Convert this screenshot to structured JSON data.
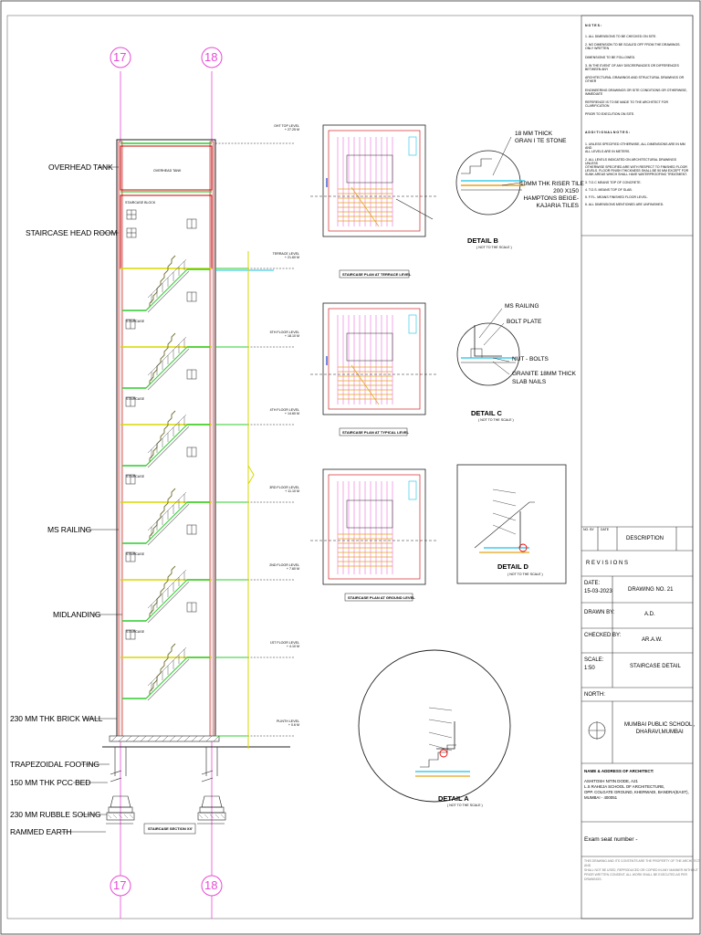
{
  "grid": {
    "left_top": "17",
    "right_top": "18",
    "left_bottom": "17",
    "right_bottom": "18"
  },
  "section": {
    "callouts": {
      "overhead_tank": "OVERHEAD TANK",
      "head_room": "STAIRCASE HEAD ROOM",
      "railing": "MS RAILING",
      "midlanding": "MIDLANDING",
      "brick_wall": "230 MM THK BRICK WALL",
      "footing": "TRAPEZOIDAL FOOTING",
      "pcc": "150 MM THK PCC BED",
      "soling": "230 MM RUBBLE SOLING",
      "earth": "RAMMED EARTH"
    },
    "inner": {
      "tank": "OVERHEAD TANK",
      "block": "STAIRCASE BLOCK",
      "staircase": "STAIRCASE"
    },
    "levels": [
      {
        "name": "OHT TOP LEVEL",
        "value": "+ 27.25 M"
      },
      {
        "name": "TERRACE LEVEL",
        "value": "+ 21.60 M"
      },
      {
        "name": "5TH FLOOR LEVEL",
        "value": "+ 18.10 M"
      },
      {
        "name": "4TH FLOOR LEVEL",
        "value": "+ 14.60 M"
      },
      {
        "name": "3RD FLOOR LEVEL",
        "value": "+ 11.10 M"
      },
      {
        "name": "2ND FLOOR LEVEL",
        "value": "+ 7.60 M"
      },
      {
        "name": "1ST FLOOR LEVEL",
        "value": "+ 4.10 M"
      },
      {
        "name": "PLINTH LEVEL",
        "value": "+ 0.6 M"
      }
    ],
    "caption": "STAIRCASE SECTION XX'"
  },
  "plans": {
    "terrace": "STAIRCASE PLAN AT TERRACE LEVEL",
    "typical": "STAIRCASE PLAN AT TYPICAL LEVEL",
    "ground": "STAIRCASE PLAN AT GROUND LEVEL"
  },
  "details": {
    "b": {
      "title": "DETAIL B",
      "sub": "( NOT TO THE SCALE )",
      "l1": "18 MM THICK",
      "l2": "GRAN I TE STONE",
      "l3": "10MM THK RISER TILE",
      "l4": "200 X150",
      "l5": "HAMPTONS BEIGE-",
      "l6": "KAJARIA TILES"
    },
    "c": {
      "title": "DETAIL C",
      "sub": "( NOT TO THE SCALE )",
      "l1": "MS RAILING",
      "l2": "BOLT PLATE",
      "l3": "NUT - BOLTS",
      "l4": "GRANITE 18MM THICK",
      "l5": "SLAB NAILS"
    },
    "d": {
      "title": "DETAIL D",
      "sub": "( NOT TO THE SCALE )"
    },
    "a": {
      "title": "DETAIL A",
      "sub": "( NOT TO THE SCALE )"
    }
  },
  "notes": {
    "heading": "N O T E S :",
    "items": [
      "1. ALL DIMENSIONS TO BE CHECKED ON SITE.",
      "2. NO DIMENSION TO BE SCALED OFF FROM THE DRAWINGS. ONLY WRITTEN",
      "   DIMENSIONS TO BE FOLLOWED.",
      "3. IN THE EVENT OF ANY DISCREPANCIES OR DIFFERENCES BETWEEN ANY",
      "   ARCHITECTURAL DRAWINGS AND STRUCTURAL DRAWINGS OR OTHER",
      "   ENGINEERING DRAWINGS OR SITE CONDITIONS OR OTHERWISE, IMMEDIATE",
      "   REFERENCE IS TO BE MADE TO THE ARCHITECT FOR CLARIFICATION",
      "   PRIOR TO EXECUTION ON SITE."
    ],
    "add_heading": "A D D I T I O N A L   N O T E S :",
    "add_items": [
      "1. UNLESS SPECIFIED OTHERWISE, ALL DIMENSIONS ARE IN MM AND",
      "   ALL LEVELS ARE IN METERS.",
      "2. ALL LEVELS INDICATED ON ARCHITECTURAL DRAWINGS UNLESS",
      "   OTHERWISE SPECIFIED ARE WITH RESPECT TO FINISHED FLOOR",
      "   LEVELS. FLOOR FINISH THICKNESS SHALL BE 50 MM EXCEPT FOR",
      "   SUNK AREAS WHICH SHALL HAVE WATERPROOFING TREATMENT.",
      "3. T.O.C MEANS TOP OF CONCRETE.",
      "4. T.O.S. MEANS TOP OF SLAB.",
      "5. F.F.L. MEANS FINISHED FLOOR LEVEL.",
      "6. ALL DIMENSIONS MENTIONED ARE UNFINISHED."
    ]
  },
  "titleblock": {
    "no_by": "NO. BY",
    "date_col": "DATE",
    "description": "DESCRIPTION",
    "revisions": "R E V I S I O N S",
    "date_label": "DATE:",
    "date_value": "15-03-2023",
    "drawing_no": "DRAWING NO. 21",
    "drawn_label": "DRAWN BY:",
    "drawn_value": "A.D.",
    "checked_label": "CHECKED BY:",
    "checked_value": "AR.A.W.",
    "scale_label": "SCALE:",
    "scale_value": "1:50",
    "title": "STAIRCASE DETAIL",
    "north_label": "NORTH:",
    "project_l1": "MUMBAI PUBLIC SCHOOL ,",
    "project_l2": "DHARAVI,MUMBAI",
    "arch_heading": "NAME & ADDRESS OF ARCHITECT:",
    "arch_lines": [
      "ASHITOSH NITIN DODE, A21",
      "L.S RAHEJA SCHOOL OF ARCHITECTURE,",
      "OPP. COLGATE GROUND, KHERWADI, BANDRA(EAST),",
      "MUMBAI - 400051"
    ],
    "exam": "Exam seat number -",
    "footer_lines": [
      "THIS DRAWING AND ITS CONTENTS ARE THE PROPERTY OF THE ARCHITECT AND",
      "SHALL NOT BE USED, REPRODUCED OR COPIED IN ANY MANNER WITHOUT",
      "PRIOR WRITTEN CONSENT. ALL WORK SHALL BE EXECUTED AS PER DRAWINGS."
    ]
  }
}
